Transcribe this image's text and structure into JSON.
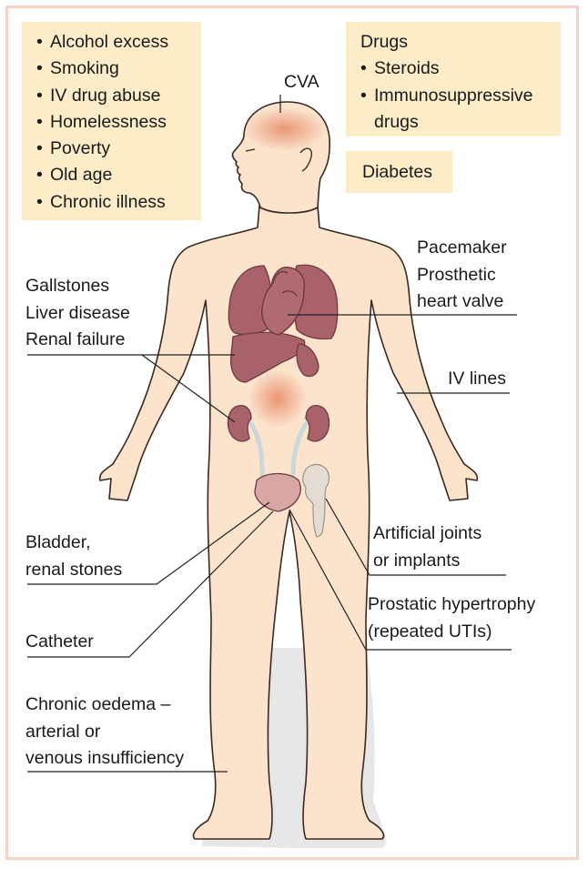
{
  "risk_factors": [
    "Alcohol excess",
    "Smoking",
    "IV drug abuse",
    "Homelessness",
    "Poverty",
    "Old age",
    "Chronic illness"
  ],
  "drugs": {
    "heading": "Drugs",
    "items": [
      "Steroids",
      "Immunosuppressive"
    ],
    "continuation": "drugs"
  },
  "diabetes": "Diabetes",
  "labels": {
    "cva": "CVA",
    "pacemaker": "Pacemaker",
    "prosthetic": "Prosthetic",
    "heart_valve": "heart valve",
    "gallstones": "Gallstones",
    "liver_disease": "Liver disease",
    "renal_failure": "Renal failure",
    "iv_lines": "IV lines",
    "artificial_joints": "Artificial joints",
    "or_implants": "or implants",
    "bladder": "Bladder,",
    "renal_stones": "renal stones",
    "prostatic": "Prostatic hypertrophy",
    "repeated_utis": "(repeated UTIs)",
    "catheter": "Catheter",
    "oedema_1": "Chronic oedema –",
    "oedema_2": "arterial or",
    "oedema_3": "venous insufficiency"
  },
  "colors": {
    "border": "#f3d3c6",
    "box": "#fcecc8",
    "skin": "#fbe3cc",
    "skin_outline": "#3a2a22",
    "organ": "#a9626a",
    "organ_dark": "#6e3a40",
    "hotspot": "#e88866",
    "bone": "#e2dcd2",
    "ureter": "#c9d8d8",
    "shadow": "#e7e7e7",
    "line": "#222222"
  }
}
